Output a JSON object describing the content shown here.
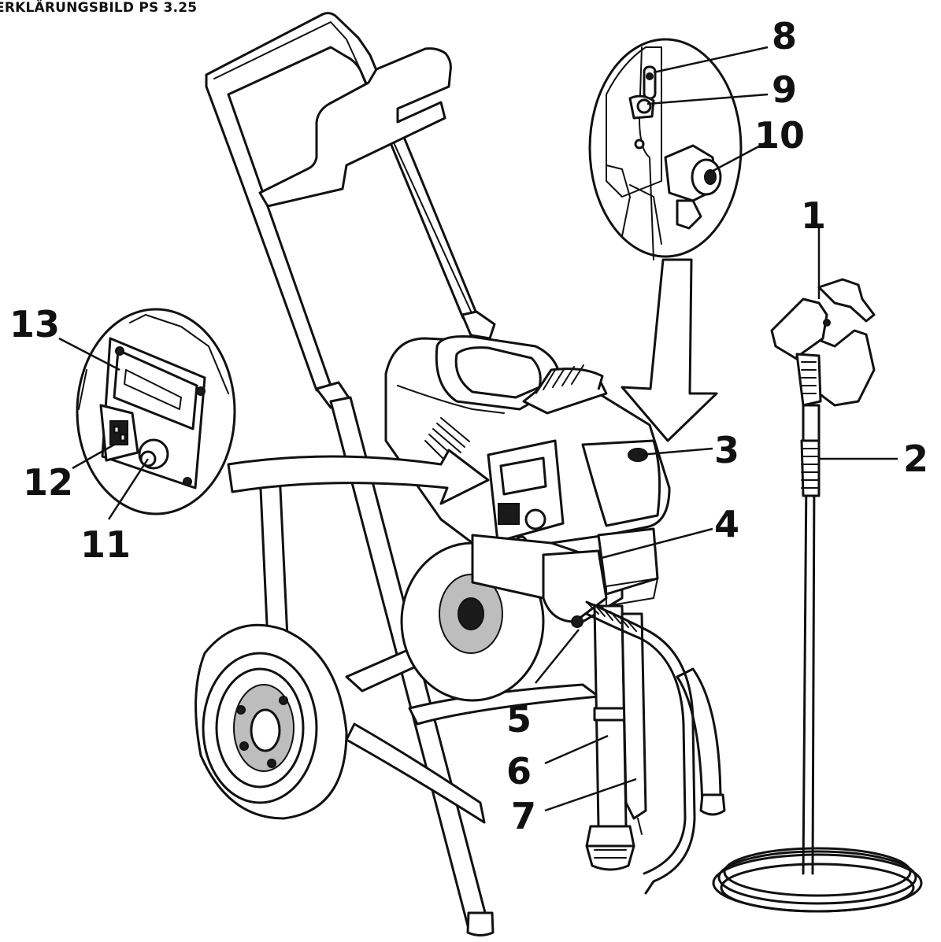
{
  "title": "ERKLÄRUNGSBILD PS 3.25",
  "callouts": [
    {
      "id": "1",
      "label": "1"
    },
    {
      "id": "2",
      "label": "2"
    },
    {
      "id": "3",
      "label": "3"
    },
    {
      "id": "4",
      "label": "4"
    },
    {
      "id": "5",
      "label": "5"
    },
    {
      "id": "6",
      "label": "6"
    },
    {
      "id": "7",
      "label": "7"
    },
    {
      "id": "8",
      "label": "8"
    },
    {
      "id": "9",
      "label": "9"
    },
    {
      "id": "10",
      "label": "10"
    },
    {
      "id": "11",
      "label": "11"
    },
    {
      "id": "12",
      "label": "12"
    },
    {
      "id": "13",
      "label": "13"
    }
  ],
  "colors": {
    "ink": "#111111",
    "paper": "#ffffff",
    "shade": "#bdbdbd"
  }
}
